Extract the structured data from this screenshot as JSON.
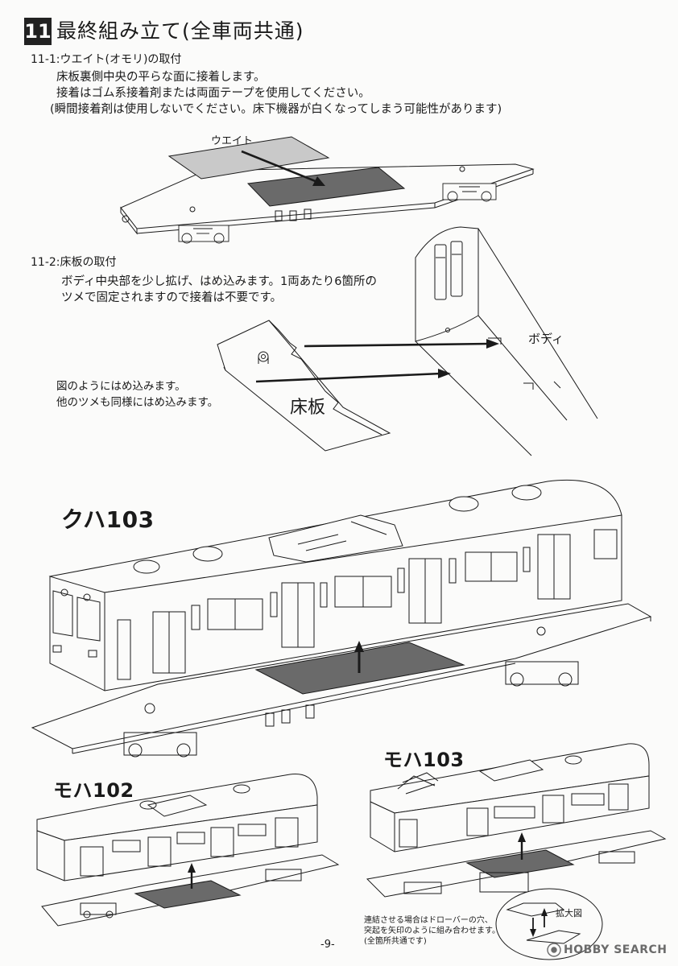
{
  "section": {
    "number": "11",
    "title": "最終組み立て(全車両共通)"
  },
  "step1": {
    "title": "11-1:ウエイト(オモリ)の取付",
    "lines": [
      "床板裏側中央の平らな面に接着します。",
      "接着はゴム系接着剤または両面テープを使用してください。",
      "(瞬間接着剤は使用しないでください。床下機器が白くなってしまう可能性があります)"
    ],
    "weight_label": "ウエイト"
  },
  "step2": {
    "title": "11-2:床板の取付",
    "lines": [
      "ボディ中央部を少し拡げ、はめ込みます。1両あたり6箇所の",
      "ツメで固定されますので接着は不要です。"
    ],
    "body_label": "ボディ",
    "floor_label": "床板",
    "fit_lines": [
      "図のようにはめ込みます。",
      "他のツメも同様にはめ込みます。"
    ]
  },
  "models": {
    "kuha103": "クハ103",
    "moha102": "モハ102",
    "moha103": "モハ103"
  },
  "coupling_note": [
    "連結させる場合はドローバーの穴、",
    "突起を矢印のように組み合わせます。",
    "(全箇所共通です)"
  ],
  "zoom_label": "拡大図",
  "page_number": "-9-",
  "watermark": "HOBBY SEARCH",
  "colors": {
    "ink": "#1a1a1a",
    "weight_fill": "#6a6a6a",
    "weight_light": "#c9c9c9",
    "paper": "#fbfbfa"
  }
}
